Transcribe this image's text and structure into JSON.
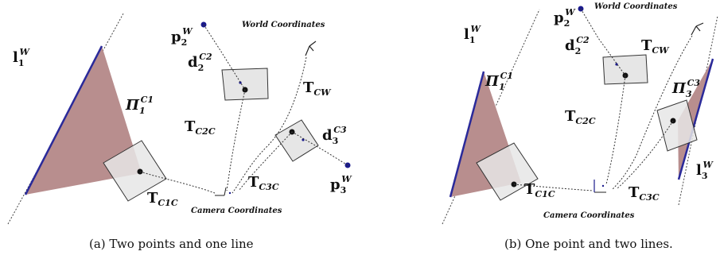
{
  "panel_a": {
    "caption": "(a) Two points and one line",
    "world_coordinates": "World Coordinates",
    "camera_coordinates": "Camera Coordinates",
    "line_l": {
      "base": "l",
      "sub": "1",
      "sup": "W"
    },
    "plane": {
      "base": "Π",
      "sub": "1",
      "sup": "C1"
    },
    "p2": {
      "base": "p",
      "sub": "2",
      "sup": "W"
    },
    "p3": {
      "base": "p",
      "sub": "3",
      "sup": "W"
    },
    "d2": {
      "base": "d",
      "sub": "2",
      "sup": "C2"
    },
    "d3": {
      "base": "d",
      "sub": "3",
      "sup": "C3"
    },
    "t_cw": {
      "base": "T",
      "sub": "CW"
    },
    "t_c2c": {
      "base": "T",
      "sub": "C2C"
    },
    "t_c3c": {
      "base": "T",
      "sub": "C3C"
    },
    "t_c1c": {
      "base": "T",
      "sub": "C1C"
    }
  },
  "panel_b": {
    "caption": "(b) One point and two lines.",
    "world_coordinates": "World Coordinates",
    "camera_coordinates": "Camera Coordinates",
    "line_l1": {
      "base": "l",
      "sub": "1",
      "sup": "W"
    },
    "line_l3": {
      "base": "l",
      "sub": "3",
      "sup": "W"
    },
    "plane1": {
      "base": "Π",
      "sub": "1",
      "sup": "C1"
    },
    "plane3": {
      "base": "Π",
      "sub": "3",
      "sup": "C3"
    },
    "p2": {
      "base": "p",
      "sub": "2",
      "sup": "W"
    },
    "d2": {
      "base": "d",
      "sub": "2",
      "sup": "C2"
    },
    "t_cw": {
      "base": "T",
      "sub": "CW"
    },
    "t_c2c": {
      "base": "T",
      "sub": "C2C"
    },
    "t_c3c": {
      "base": "T",
      "sub": "C3C"
    },
    "t_c1c": {
      "base": "T",
      "sub": "C1C"
    }
  },
  "colors": {
    "plane_fill": "#b88e8e",
    "line": "#2a2a9a",
    "camera_fill": "#e6e6e6",
    "point": "#1a1a8c"
  }
}
